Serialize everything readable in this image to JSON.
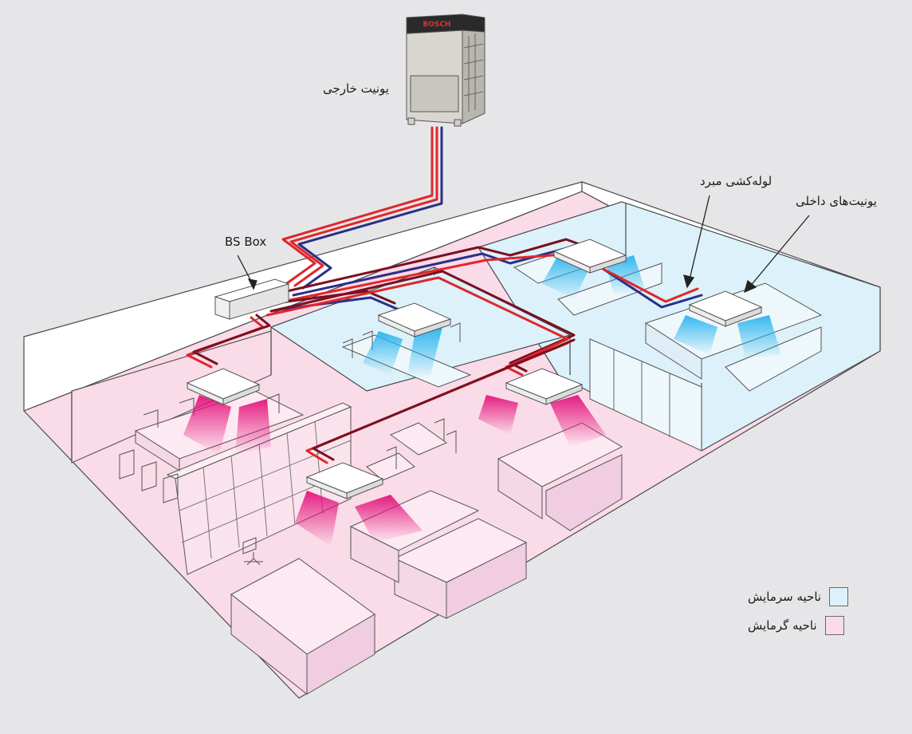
{
  "labels": {
    "outdoor_unit": "یونیت خارجی",
    "bs_box": "BS Box",
    "refrigerant_piping": "لوله‌کشی مبرد",
    "indoor_units": "یونیت‌های داخلی",
    "brand": "BOSCH"
  },
  "legend": [
    {
      "label": "ناحیه سرمایش",
      "color": "#dcf1fa"
    },
    {
      "label": "ناحیه گرمایش",
      "color": "#fadbe8"
    }
  ],
  "colors": {
    "background": "#e6e6e8",
    "cooling_zone": "#dcf1fa",
    "heating_zone": "#fadbe8",
    "pipe_hot": "#e0262b",
    "pipe_cold": "#2b2f86",
    "pipe_dark": "#7a1020",
    "cool_airflow": "#29b4ef",
    "heat_airflow": "#e4127a"
  }
}
